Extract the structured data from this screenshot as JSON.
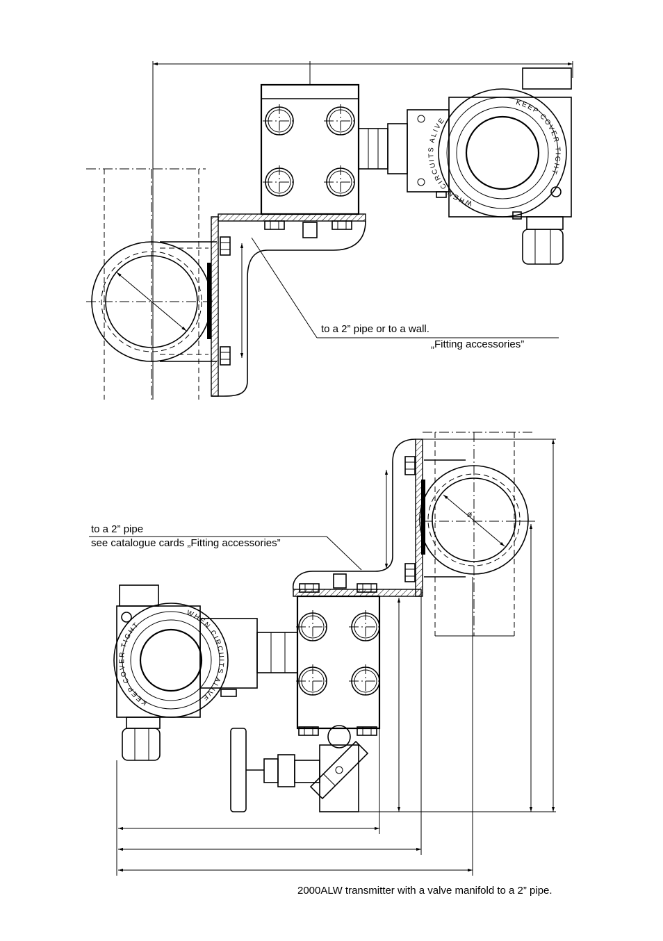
{
  "top_view": {
    "label_line1": "to a 2” pipe or to a wall.",
    "label_line2": "„Fitting accessories”",
    "cover_text": "KEEP COVER TIGHT",
    "circuits_text": "WHEN CIRCUITS ALIVE"
  },
  "bottom_view": {
    "label_line1": "to a 2” pipe",
    "label_line2": "see catalogue cards „Fitting accessories”",
    "cover_text": "KEEP COVER TIGHT",
    "circuits_text": "WHEN CIRCUITS ALIVE"
  },
  "caption": "2000ALW transmitter with a valve manifold to a 2” pipe.",
  "diameter_symbol": "ø"
}
